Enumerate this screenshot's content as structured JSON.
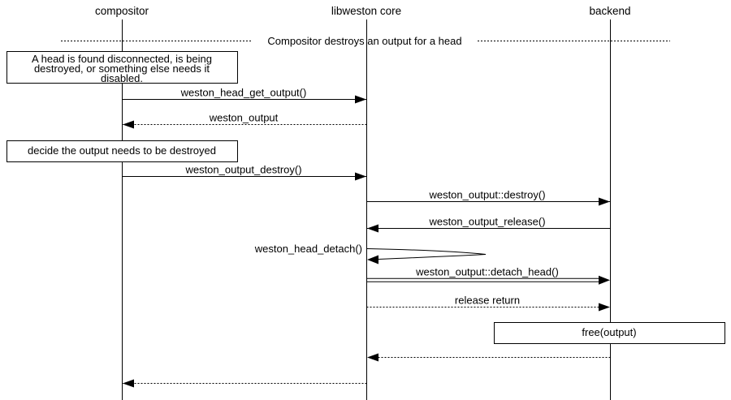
{
  "diagram": {
    "kind": "uml-sequence-diagram",
    "actors": [
      {
        "name": "compositor"
      },
      {
        "name": "libweston core"
      },
      {
        "name": "backend"
      }
    ],
    "divider_label": "Compositor destroys an output for a head",
    "notes": [
      {
        "name": "head-disconnected-note",
        "lines": [
          "A head is found disconnected, is being",
          "destroyed, or something else needs it",
          "disabled."
        ]
      },
      {
        "name": "decide-destroy-note",
        "lines": [
          "decide the output needs to be destroyed"
        ]
      },
      {
        "name": "free-output-note",
        "lines": [
          "free(output)"
        ]
      }
    ],
    "messages": [
      {
        "label": "weston_head_get_output()",
        "from": "compositor",
        "to": "libweston core",
        "style": "solid"
      },
      {
        "label": "weston_output",
        "from": "libweston core",
        "to": "compositor",
        "style": "dotted"
      },
      {
        "label": "weston_output_destroy()",
        "from": "compositor",
        "to": "libweston core",
        "style": "solid"
      },
      {
        "label": "weston_output::destroy()",
        "from": "libweston core",
        "to": "backend",
        "style": "solid"
      },
      {
        "label": "weston_output_release()",
        "from": "backend",
        "to": "libweston core",
        "style": "solid"
      },
      {
        "label": "weston_head_detach()",
        "from": "libweston core",
        "to": "libweston core",
        "style": "self"
      },
      {
        "label": "weston_output::detach_head()",
        "from": "libweston core",
        "to": "backend",
        "style": "double"
      },
      {
        "label": "release return",
        "from": "libweston core",
        "to": "backend",
        "style": "dotted"
      },
      {
        "label": "",
        "from": "backend",
        "to": "libweston core",
        "style": "dotted"
      },
      {
        "label": "",
        "from": "libweston core",
        "to": "compositor",
        "style": "dotted"
      }
    ]
  },
  "colors": {
    "line": "#000000",
    "text": "#000000",
    "background": "#ffffff"
  }
}
